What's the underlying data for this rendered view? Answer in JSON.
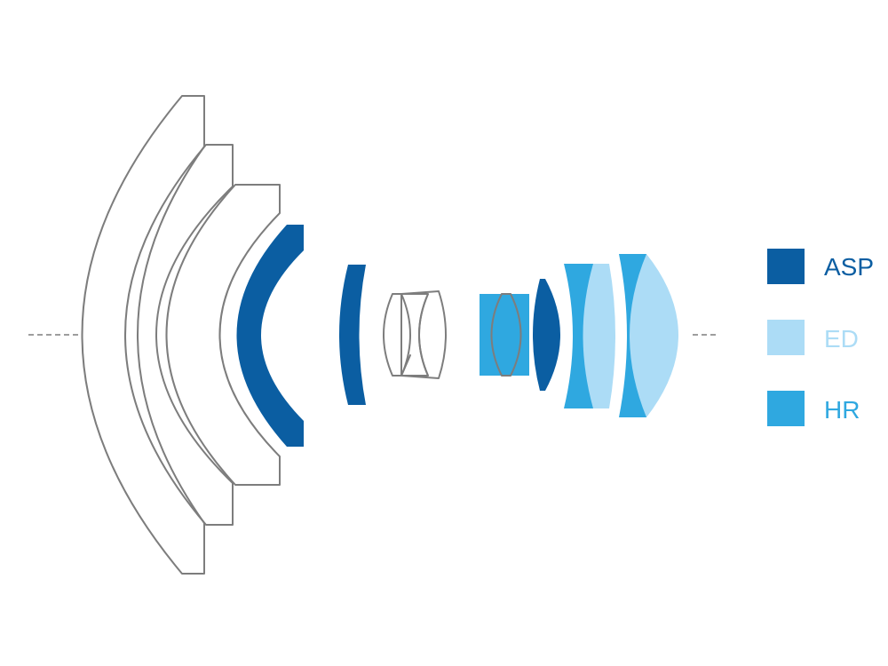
{
  "colors": {
    "asp": "#0b5ea2",
    "ed": "#acdcf6",
    "hr": "#2fa8e0",
    "outline": "#7d7d7d",
    "background": "#ffffff"
  },
  "legend": {
    "items": [
      {
        "label": "ASP",
        "color": "#0b5ea2"
      },
      {
        "label": "ED",
        "color": "#acdcf6"
      },
      {
        "label": "HR",
        "color": "#2fa8e0"
      }
    ]
  },
  "elements": [
    {
      "group": 1,
      "type": "plain"
    },
    {
      "group": 1,
      "type": "plain"
    },
    {
      "group": 1,
      "type": "plain"
    },
    {
      "group": 1,
      "type": "ASP"
    },
    {
      "group": 2,
      "type": "ASP"
    },
    {
      "group": 3,
      "type": "plain"
    },
    {
      "group": 3,
      "type": "plain"
    },
    {
      "group": 4,
      "type": "HR"
    },
    {
      "group": 4,
      "type": "plain"
    },
    {
      "group": 4,
      "type": "ASP"
    },
    {
      "group": 5,
      "type": "HR"
    },
    {
      "group": 5,
      "type": "ED"
    },
    {
      "group": 5,
      "type": "HR"
    },
    {
      "group": 5,
      "type": "ED"
    }
  ]
}
